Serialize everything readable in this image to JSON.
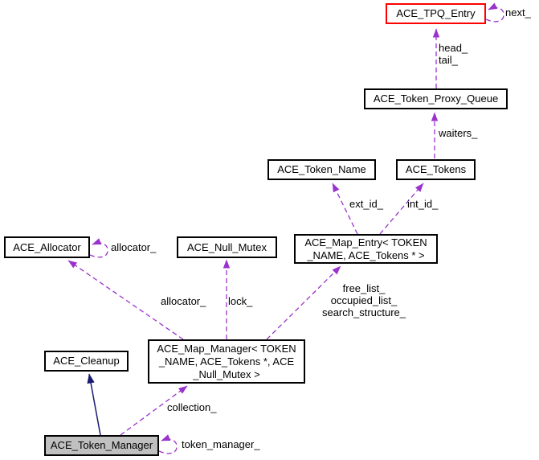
{
  "diagram": {
    "kind": "collaboration-graph",
    "colors": {
      "association": "#9a32cd",
      "inheritance": "#191970",
      "highlight_border": "#ff0000",
      "node_border": "#000000",
      "active_node_fill": "#c0c0c0",
      "background": "#ffffff"
    },
    "nodes": [
      {
        "id": "ace-tpq-entry",
        "label": "ACE_TPQ_Entry"
      },
      {
        "id": "ace-token-proxy-queue",
        "label": "ACE_Token_Proxy_Queue"
      },
      {
        "id": "ace-token-name",
        "label": "ACE_Token_Name"
      },
      {
        "id": "ace-tokens",
        "label": "ACE_Tokens"
      },
      {
        "id": "ace-map-entry",
        "label": "ACE_Map_Entry< TOKEN\n_NAME, ACE_Tokens * >"
      },
      {
        "id": "ace-allocator",
        "label": "ACE_Allocator"
      },
      {
        "id": "ace-null-mutex",
        "label": "ACE_Null_Mutex"
      },
      {
        "id": "ace-map-manager",
        "label": "ACE_Map_Manager< TOKEN\n_NAME, ACE_Tokens *, ACE\n_Null_Mutex >"
      },
      {
        "id": "ace-cleanup",
        "label": "ACE_Cleanup"
      },
      {
        "id": "ace-token-manager",
        "label": "ACE_Token_Manager"
      }
    ],
    "edge_labels": {
      "next": "next_",
      "head_tail": "head_\ntail_",
      "waiters": "waiters_",
      "ext_id": "ext_id_",
      "int_id": "int_id_",
      "allocator_self": "allocator_",
      "allocator": "allocator_",
      "lock": "lock_",
      "map_entry_group": "free_list_\noccupied_list_\nsearch_structure_",
      "collection": "collection_",
      "token_manager": "token_manager_"
    }
  }
}
